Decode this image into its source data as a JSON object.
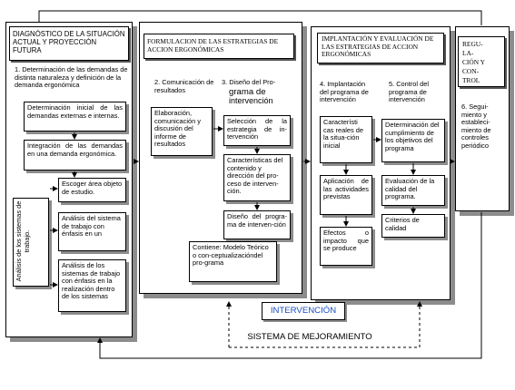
{
  "col1": {
    "title": "DIAGNÓSTICO DE LA SITUACIÓN ACTUAL Y PROYECCIÓN FUTURA",
    "item1": "1. Determinación de las demandas de distinta naturaleza y definición de la demanda ergonómica",
    "box_a": "Determinación inicial de las demandas externas e internas.",
    "box_b": "Integración de las demandas en una demanda ergonómica.",
    "vertical_label": "Análisis de los sistemas de trabajo.",
    "box_c": "Escoger área objeto de estudio.",
    "box_d": "Análisis del sistema de trabajo con énfasis en un",
    "box_e": "Análisis de los sistemas de trabajo con énfasis en la realización dentro de los sistemas"
  },
  "col2": {
    "title": "FORMULACION DE LAS ESTRATEGIAS DE ACCION ERGONÓMICAS",
    "item2": "2. Comunicación de resultados",
    "item3_a": "3. Diseño del Pro-",
    "item3_b": "grama de",
    "item3_c": "intervención",
    "box_elab": "Elaboración, comunicación y discusión del informe de resultados",
    "box_sel": "Selección de la estrategia de in-tervención",
    "box_car": "Características del contenido y dirección del pro-ceso de interven-ción.",
    "box_dis": "Diseño del progra-ma de interven-ción",
    "box_cont": "Contiene: Modelo Teórico o con-ceptualizacióndel pro-grama"
  },
  "col3": {
    "title": "IMPLANTACIÓN Y EVALUACIÓN DE LAS ESTRATEGIAS DE ACCION ERGONÓMICAS",
    "item4": "4. Implantación del programa de intervención",
    "item5": "5. Control del programa de intervención",
    "box_cr": "Característi cas reales de la situa-ción inicial",
    "box_ap": "Aplicación de las actividades previstas",
    "box_ef": "Efectos o impacto que se produce",
    "box_det": "Determinación del cumplimiento de los objetivos del programa",
    "box_eval": "Evaluación de la calidad del programa.",
    "box_crit": "Criterios de calidad"
  },
  "col4": {
    "title_1": "REGU-",
    "title_2": "LA-",
    "title_3": "CIÓN Y",
    "title_4": "CON-",
    "title_5": "TROL",
    "item6": "6. Segui-miento y estableci-miento de controles periódico"
  },
  "footer": {
    "intervencion": "INTERVENCIÓN",
    "sistema": "SISTEMA DE MEJORAMIENTO"
  },
  "colors": {
    "outer_bg": "#ffffff",
    "panel_shadow": "#8c8c8c",
    "intervencion_text": "#1a4fc4",
    "intervencion_bg": "#ffffff"
  }
}
